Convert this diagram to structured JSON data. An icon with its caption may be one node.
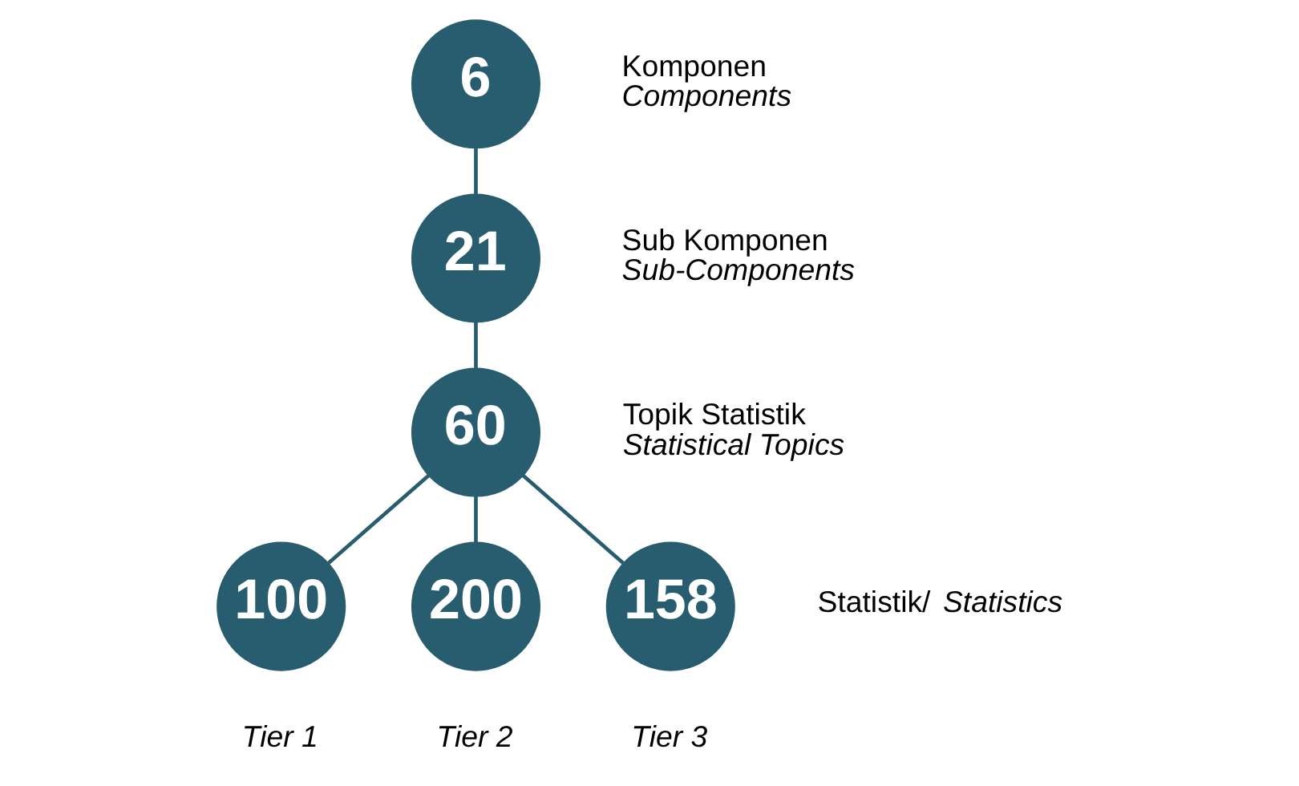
{
  "diagram": {
    "nodes": [
      {
        "text": [
          "6"
        ],
        "beside": [
          "Komponen",
          "Components"
        ]
      },
      {
        "text": [
          "21"
        ],
        "beside": [
          "Sub Komponen",
          "Sub-Components"
        ]
      },
      {
        "text": [
          "60"
        ],
        "beside": [
          "Topik Statistik",
          "Statistical Topics"
        ]
      },
      {
        "text": [
          "100"
        ],
        "beside": [
          "Tier 1"
        ]
      },
      {
        "text": [
          "200"
        ],
        "beside": [
          "Tier 2"
        ]
      },
      {
        "text": [
          "158"
        ],
        "beside": [
          "Statistik/ *Statistics*",
          "Tier 3"
        ]
      }
    ],
    "edges": [
      {
        "from": 0,
        "to": 1,
        "arrow": "none"
      },
      {
        "from": 1,
        "to": 2,
        "arrow": "none"
      },
      {
        "from": 2,
        "to": 3,
        "arrow": "none"
      },
      {
        "from": 2,
        "to": 4,
        "arrow": "none"
      },
      {
        "from": 2,
        "to": 5,
        "arrow": "none"
      }
    ]
  }
}
